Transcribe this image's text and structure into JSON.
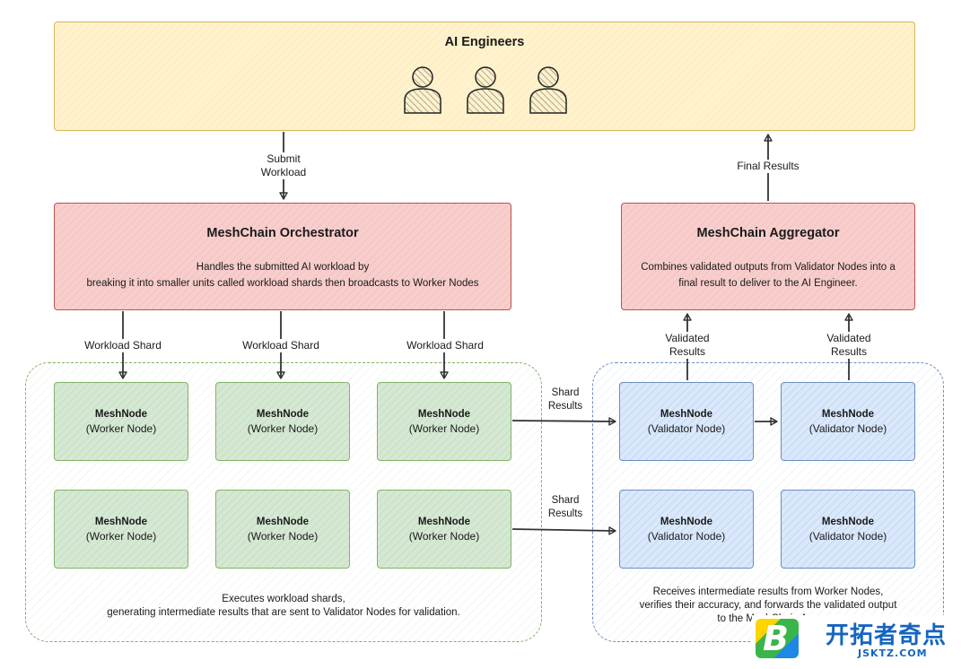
{
  "engineers": {
    "title": "AI Engineers",
    "user_icons": [
      "user-icon",
      "user-icon",
      "user-icon"
    ]
  },
  "orchestrator": {
    "title": "MeshChain Orchestrator",
    "desc_line1": "Handles the submitted AI workload by",
    "desc_line2": "breaking it into smaller units called workload shards then broadcasts to Worker Nodes"
  },
  "aggregator": {
    "title": "MeshChain Aggregator",
    "desc_line1": "Combines validated outputs from Validator Nodes into a",
    "desc_line2": "final result to deliver to the AI Engineer."
  },
  "labels": {
    "submit_line1": "Submit",
    "submit_line2": "Workload",
    "final_results": "Final Results",
    "workload_shard": "Workload Shard",
    "validated_line1": "Validated",
    "validated_line2": "Results",
    "shard_line1": "Shard",
    "shard_line2": "Results"
  },
  "worker_nodes": [
    {
      "title": "MeshNode",
      "role": "(Worker Node)"
    },
    {
      "title": "MeshNode",
      "role": "(Worker Node)"
    },
    {
      "title": "MeshNode",
      "role": "(Worker Node)"
    },
    {
      "title": "MeshNode",
      "role": "(Worker Node)"
    },
    {
      "title": "MeshNode",
      "role": "(Worker Node)"
    },
    {
      "title": "MeshNode",
      "role": "(Worker Node)"
    }
  ],
  "validator_nodes": [
    {
      "title": "MeshNode",
      "role": "(Validator Node)"
    },
    {
      "title": "MeshNode",
      "role": "(Validator Node)"
    },
    {
      "title": "MeshNode",
      "role": "(Validator Node)"
    },
    {
      "title": "MeshNode",
      "role": "(Validator Node)"
    }
  ],
  "worker_caption": {
    "line1": "Executes workload shards,",
    "line2": "generating intermediate results that are sent to Validator Nodes for validation."
  },
  "validator_caption": {
    "line1": "Receives intermediate results from Worker Nodes,",
    "line2": "verifies their accuracy, and forwards the validated output",
    "line3": "to the MeshChain Agg"
  },
  "watermark": {
    "logo_letter": "B",
    "brand": "开拓者奇点",
    "url": "JSKTZ.COM"
  },
  "colors": {
    "engineers_fill": "#fff2cc",
    "engineers_border": "#d6b656",
    "chain_fill": "#f8cecc",
    "chain_border": "#b85450",
    "worker_fill": "#d5e8d4",
    "worker_border": "#82b366",
    "validator_fill": "#dae8fc",
    "validator_border": "#6c8ebf",
    "arrow": "#333333"
  }
}
